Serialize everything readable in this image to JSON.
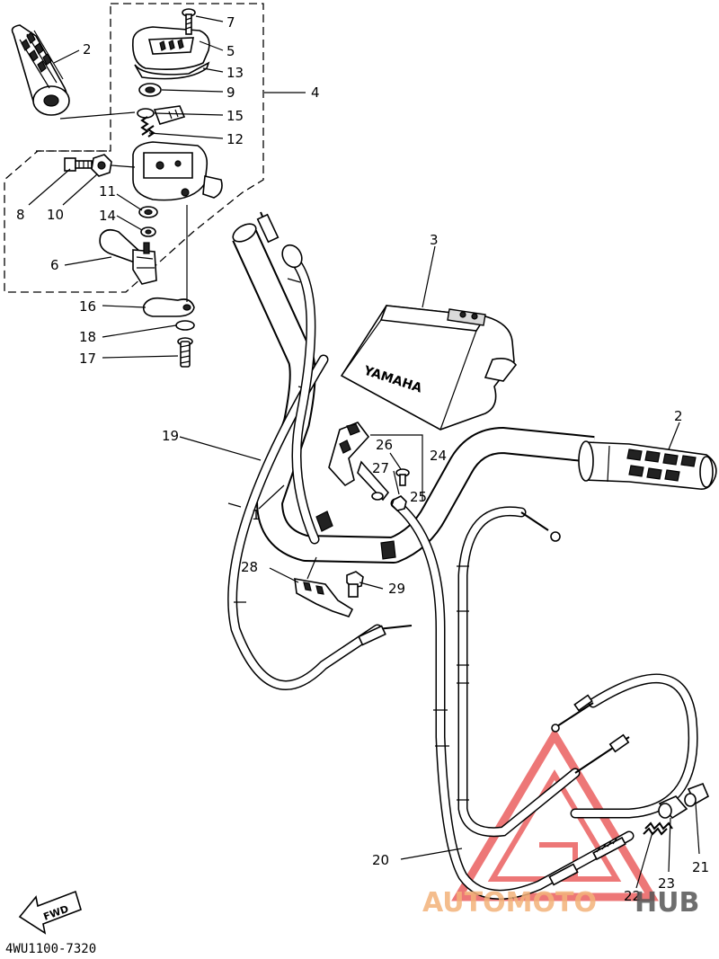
{
  "callouts": {
    "c1": "1",
    "c2a": "2",
    "c2b": "2",
    "c3": "3",
    "c4": "4",
    "c5": "5",
    "c6": "6",
    "c7": "7",
    "c8": "8",
    "c9": "9",
    "c10": "10",
    "c11": "11",
    "c12": "12",
    "c13": "13",
    "c14": "14",
    "c15": "15",
    "c16": "16",
    "c17": "17",
    "c18": "18",
    "c19": "19",
    "c20": "20",
    "c21": "21",
    "c22": "22",
    "c23": "23",
    "c24": "24",
    "c25": "25",
    "c26": "26",
    "c27": "27",
    "c28": "28",
    "c29": "29"
  },
  "cover_brand": "YAMAHA",
  "fwd_label": "FWD",
  "diagram_code": "4WU1100-7320",
  "watermark": {
    "part1": "AUTOMOTO",
    "part2": "HUB",
    "color_main": "#e84a4a",
    "color_accent": "#f3b27a",
    "color_dark": "#555555"
  }
}
